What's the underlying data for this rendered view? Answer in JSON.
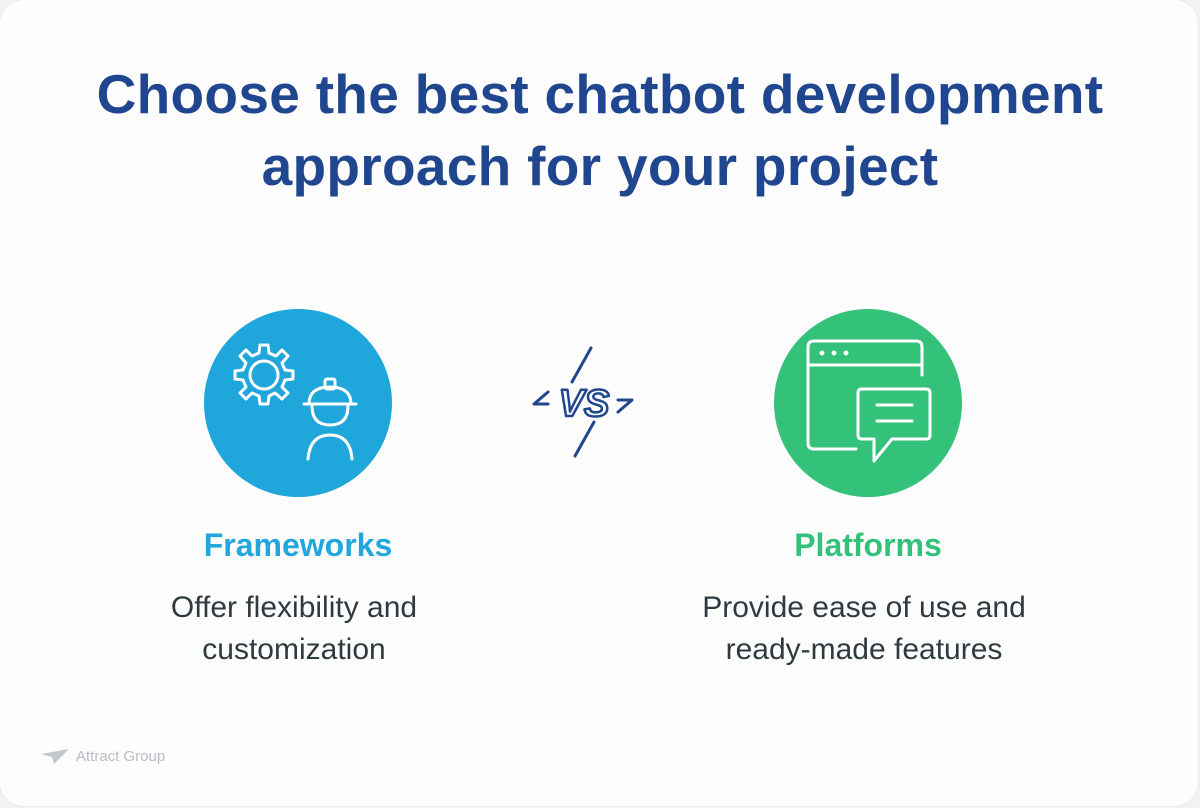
{
  "title": {
    "line1": "Choose the best chatbot development",
    "line2": "approach for your project"
  },
  "left": {
    "icon": "gear-worker-icon",
    "heading": "Frameworks",
    "desc_line1": "Offer flexibility and",
    "desc_line2": "customization",
    "color": "#1fa6db"
  },
  "vs": {
    "label": "VS",
    "color": "#20468f"
  },
  "right": {
    "icon": "browser-chat-icon",
    "heading": "Platforms",
    "desc_line1": "Provide ease of use and",
    "desc_line2": "ready-made features",
    "color": "#34c27a"
  },
  "brand": {
    "name": "Attract Group"
  }
}
